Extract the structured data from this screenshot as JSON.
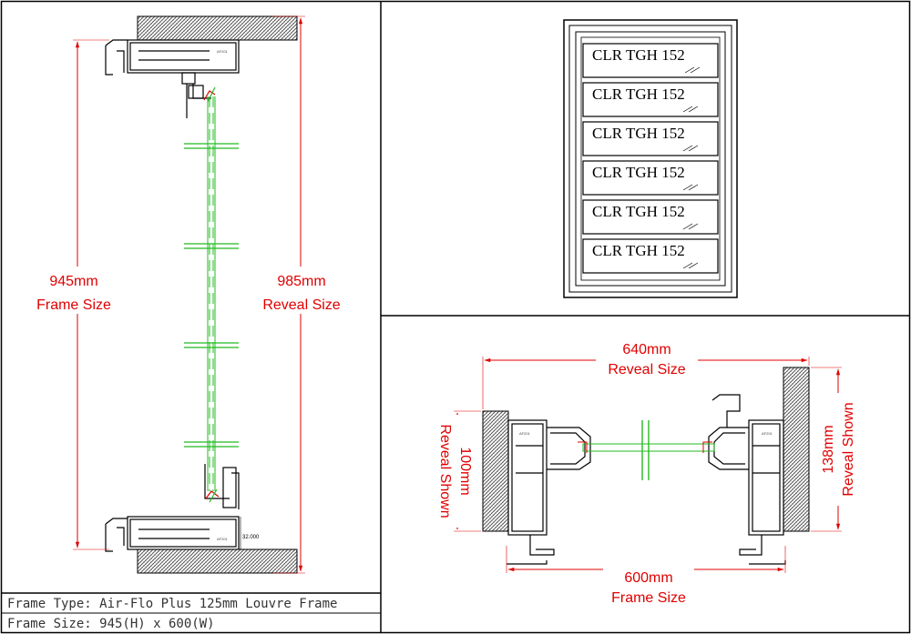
{
  "section_view": {
    "frame_size_value": "945mm",
    "frame_size_label": "Frame Size",
    "reveal_size_value": "985mm",
    "reveal_size_label": "Reveal Size",
    "offset_note": "32.000",
    "profile_code": "AF201"
  },
  "elevation_view": {
    "blade_labels": [
      "CLR TGH 152",
      "CLR TGH 152",
      "CLR TGH 152",
      "CLR TGH 152",
      "CLR TGH 152",
      "CLR TGH 152"
    ]
  },
  "plan_view": {
    "reveal_width_value": "640mm",
    "reveal_width_label": "Reveal Size",
    "frame_width_value": "600mm",
    "frame_width_label": "Frame Size",
    "left_reveal_value": "100mm",
    "left_reveal_label": "Reveal Shown",
    "right_reveal_value": "138mm",
    "right_reveal_label": "Reveal Shown",
    "profile_code": "AF201"
  },
  "info_box": {
    "frame_type": "Frame Type: Air-Flo Plus 125mm Louvre Frame",
    "frame_size": "Frame Size: 945(H) x 600(W)"
  },
  "colors": {
    "dimension": "#e00000",
    "glass": "#22bb22",
    "outline": "#000000",
    "hatch": "#555555"
  }
}
